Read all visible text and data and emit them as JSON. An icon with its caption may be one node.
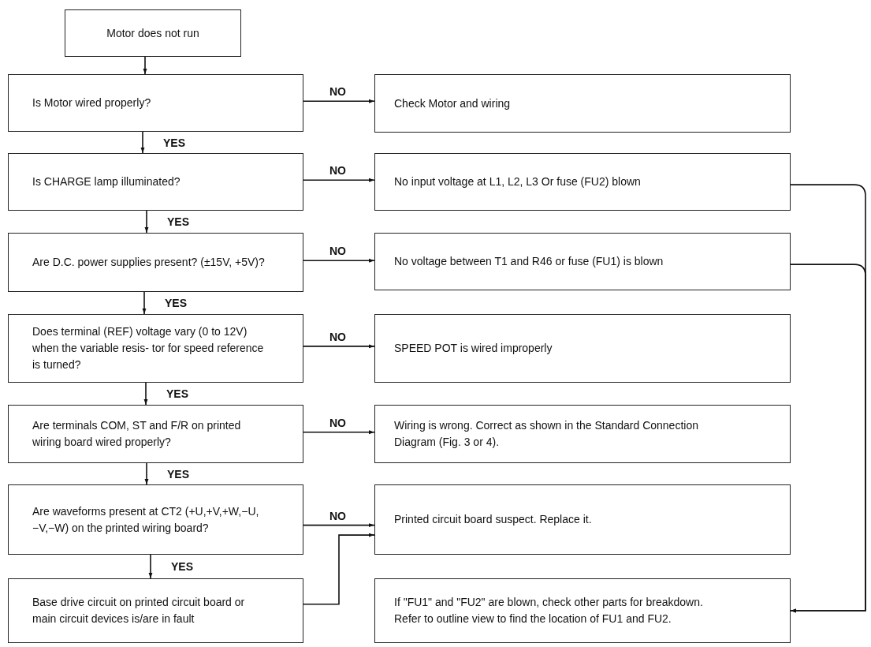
{
  "diagram": {
    "nodes": [
      {
        "text": [
          "Motor does not run"
        ]
      },
      {
        "text": [
          "Is Motor wired properly?"
        ]
      },
      {
        "text": [
          "Check Motor and wiring"
        ]
      },
      {
        "text": [
          "Is CHARGE lamp illuminated?"
        ]
      },
      {
        "text": [
          "No input voltage at L1, L2, L3 Or fuse (FU2) blown"
        ]
      },
      {
        "text": [
          "Are D.C. power supplies present? (±15V, +5V)?"
        ]
      },
      {
        "text": [
          "No voltage between T1 and R46 or fuse (FU1) is blown"
        ]
      },
      {
        "text": [
          "Does terminal (REF) voltage vary (0 to 12V) when the variable resis- tor for speed reference is turned?"
        ]
      },
      {
        "text": [
          "SPEED POT is wired improperly"
        ]
      },
      {
        "text": [
          "Are terminals COM, ST and F/R on printed wiring board wired properly?"
        ]
      },
      {
        "text": [
          "Wiring is wrong. Correct as shown in the Standard Connection Diagram (Fig. 3 or 4)."
        ]
      },
      {
        "text": [
          "Are waveforms present at CT2 (+U,+V,+W,−U,−V,−W) on the printed wiring board?"
        ]
      },
      {
        "text": [
          "Printed circuit board suspect. Replace it."
        ]
      },
      {
        "text": [
          "Base drive circuit on printed circuit board or main circuit devices is/are in fault"
        ]
      },
      {
        "text": [
          "If \"FU1\" and \"FU2\" are blown, check other parts for breakdown. Refer to outline view to find the location of FU1 and FU2."
        ]
      }
    ],
    "edges": [
      {
        "from": 0,
        "to": 1,
        "arrow": "to"
      },
      {
        "from": 1,
        "to": 2,
        "arrow": "to",
        "label": "NO"
      },
      {
        "from": 1,
        "to": 3,
        "arrow": "to",
        "label": "YES"
      },
      {
        "from": 3,
        "to": 4,
        "arrow": "to",
        "label": "NO"
      },
      {
        "from": 3,
        "to": 5,
        "arrow": "to",
        "label": "YES"
      },
      {
        "from": 5,
        "to": 6,
        "arrow": "to",
        "label": "NO"
      },
      {
        "from": 5,
        "to": 7,
        "arrow": "to",
        "label": "YES"
      },
      {
        "from": 7,
        "to": 8,
        "arrow": "to",
        "label": "NO"
      },
      {
        "from": 7,
        "to": 9,
        "arrow": "to",
        "label": "YES"
      },
      {
        "from": 9,
        "to": 10,
        "arrow": "to",
        "label": "NO"
      },
      {
        "from": 9,
        "to": 11,
        "arrow": "to",
        "label": "YES"
      },
      {
        "from": 11,
        "to": 12,
        "arrow": "to",
        "label": "NO"
      },
      {
        "from": 11,
        "to": 13,
        "arrow": "to",
        "label": "YES"
      },
      {
        "from": 13,
        "to": 12,
        "arrow": "to"
      },
      {
        "from": 4,
        "to": 14,
        "arrow": "to"
      },
      {
        "from": 6,
        "to": 14,
        "arrow": "to"
      }
    ]
  }
}
